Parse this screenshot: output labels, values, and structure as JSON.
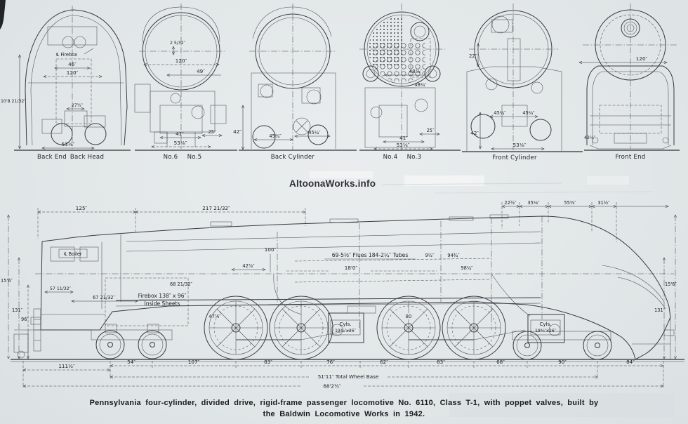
{
  "watermark": "AltoonaWorks.info",
  "caption": {
    "line1": "Pennsylvania four-cylinder, divided drive, rigid-frame passenger locomotive No. 6110, Class T-1, with poppet valves, built by",
    "line2": "the Baldwin Locomotive Works in 1942."
  },
  "cross_sections": {
    "back_end": {
      "label_left": "Back End",
      "label_right": "Back Head",
      "centerline": "℄ Firebox",
      "firebox_width": "46″",
      "casing_width": "120″",
      "height": "10'8 21/32″",
      "offset": "27½″",
      "base_width": "53⅛″"
    },
    "no6_no5": {
      "label_left": "No.6",
      "label_right": "No.5",
      "top_offset": "2 5/32″",
      "boiler_dia": "120″",
      "half_width": "49″",
      "frame_width": "41″",
      "offset": "25″",
      "base_width": "53⅛″"
    },
    "back_cylinder": {
      "label": "Back Cylinder",
      "height": "42″",
      "left_cyl": "45¼″",
      "right_cyl": "45¼″"
    },
    "no4_no3": {
      "label_left": "No.4",
      "label_right": "No.3",
      "boiler_dia": "48⅞″",
      "tube_dia": "48¼″",
      "offset": "25″",
      "frame_width": "41″",
      "base_width": "53⅛″"
    },
    "front_cylinder": {
      "label": "Front Cylinder",
      "top_offset": "22″",
      "height": "42″",
      "left_cyl": "45¼″",
      "right_cyl": "45¼″",
      "base_width": "53⅛″"
    },
    "front_end": {
      "label": "Front End",
      "casing_width": "120″",
      "height": "43¼″"
    }
  },
  "side_view": {
    "top_dims": {
      "rear_overhang": "125″",
      "boiler_length": "217 21/32″",
      "nose_1": "22½″",
      "nose_2": "35⅛″",
      "nose_3": "55⅜″",
      "nose_4": "31½″"
    },
    "boiler": {
      "centerline": "℄ Boiler",
      "flues": "69-5½″ Flues  184-2¼″ Tubes",
      "flue_gap": "9½″",
      "smokebox": "94¾″",
      "tube_length": "18'0″",
      "front_length": "98¼″",
      "stack": "100″",
      "throat": "42⅞″"
    },
    "firebox": {
      "line1": "Firebox 138″ x 96″",
      "line2": "Inside Sheets",
      "grate": "67 21/32″",
      "depth": "57 11/32″",
      "combustion": "68 21/32″",
      "pan": "47⅞″"
    },
    "heights": {
      "overall": "15'6″",
      "boiler_cl": "131″",
      "deck": "96″"
    },
    "cylinders": {
      "rear_label": "Cyls.",
      "rear_size": "19¾″x26″",
      "front_label": "Cyls.",
      "front_size": "19¾″x26″",
      "driver_dia": "80"
    },
    "axle_dims": [
      "111½″",
      "54″",
      "107″",
      "83″",
      "76″",
      "62″",
      "83″",
      "68″",
      "90″",
      "84″"
    ],
    "wheel_base": "51'11″ Total Wheel Base",
    "overall_length": "68'2½″"
  }
}
